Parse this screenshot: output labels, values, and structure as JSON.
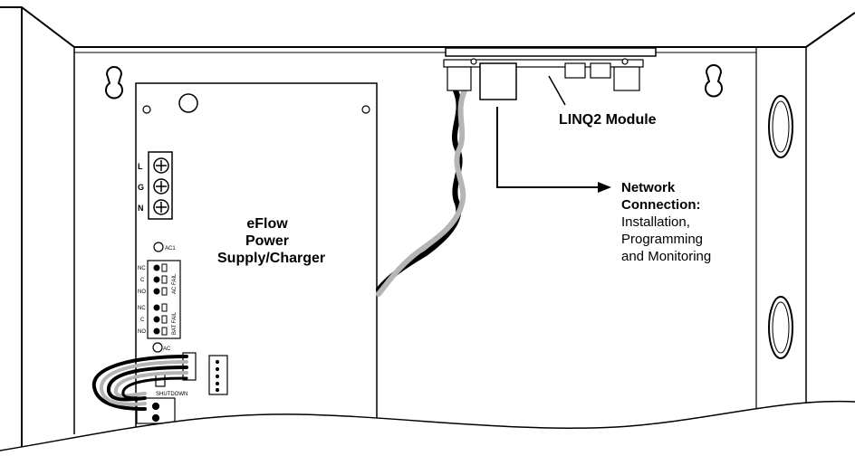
{
  "labels": {
    "power_supply_line1": "eFlow",
    "power_supply_line2": "Power",
    "power_supply_line3": "Supply/Charger",
    "module": "LINQ2 Module",
    "network_line1": "Network",
    "network_line2": "Connection:",
    "network_line3": "Installation,",
    "network_line4": "Programming",
    "network_line5": "and Monitoring"
  },
  "terminals": {
    "L": "L",
    "G": "G",
    "N": "N",
    "ac1": "AC1",
    "ac": "AC",
    "ac_fail": "AC FAIL",
    "bat_fail": "BAT FAIL",
    "nc": "NC",
    "c": "C",
    "no": "NO",
    "shutdown": "SHUTDOWN"
  },
  "colors": {
    "line": "#000000",
    "wire_gray": "#b5b5b5",
    "background": "#ffffff"
  }
}
